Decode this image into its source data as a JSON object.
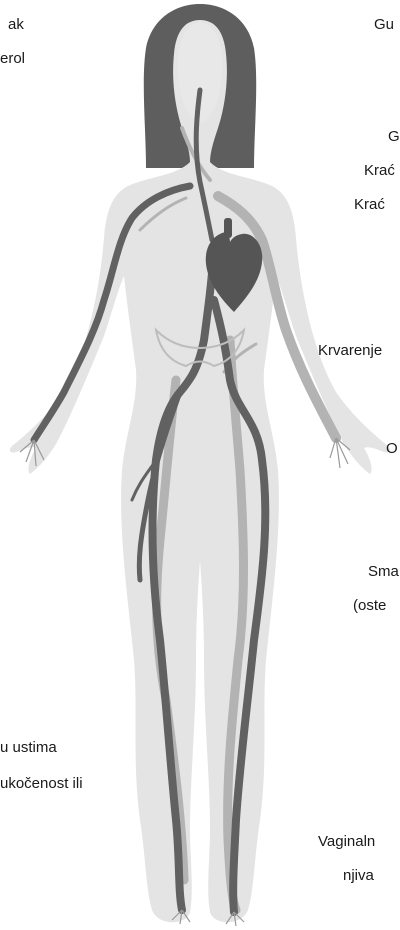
{
  "colors": {
    "body": "#e4e4e4",
    "hair": "#5e5e5e",
    "vein_light": "#b3b3b3",
    "vein_dark": "#616161",
    "heart": "#555555",
    "text": "#1a1a1a"
  },
  "labels": {
    "left": [
      "ak",
      "erol",
      "u ustima",
      "ukočenost ili"
    ],
    "right": [
      "Gu",
      "G",
      "Krać",
      "Krać",
      "Krvarenje",
      "O",
      "Sma",
      "(oste",
      "Vaginaln",
      "njiva"
    ]
  }
}
